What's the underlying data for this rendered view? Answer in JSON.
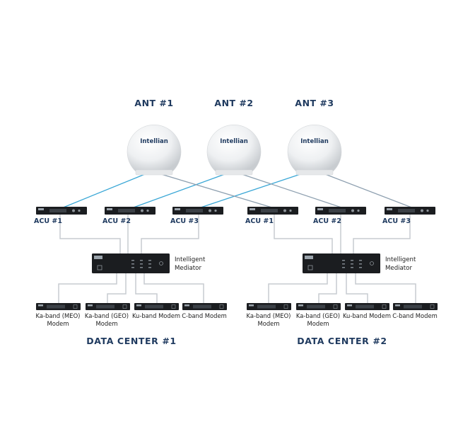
{
  "antennas": [
    {
      "title": "ANT #1",
      "brand": "Intellian"
    },
    {
      "title": "ANT #2",
      "brand": "Intellian"
    },
    {
      "title": "ANT #3",
      "brand": "Intellian"
    }
  ],
  "data_centers": [
    {
      "title": "DATA CENTER #1",
      "acus": [
        "ACU #1",
        "ACU #2",
        "ACU #3"
      ],
      "mediator": {
        "line1": "Intelligent",
        "line2": "Mediator"
      },
      "modems": [
        {
          "line1": "Ka-band (MEO)",
          "line2": "Modem"
        },
        {
          "line1": "Ka-band (GEO)",
          "line2": "Modem"
        },
        {
          "line1": "Ku-band Modem",
          "line2": ""
        },
        {
          "line1": "C-band Modem",
          "line2": ""
        }
      ]
    },
    {
      "title": "DATA CENTER #2",
      "acus": [
        "ACU #1",
        "ACU #2",
        "ACU #3"
      ],
      "mediator": {
        "line1": "Intelligent",
        "line2": "Mediator"
      },
      "modems": [
        {
          "line1": "Ka-band (MEO)",
          "line2": "Modem"
        },
        {
          "line1": "Ka-band (GEO)",
          "line2": "Modem"
        },
        {
          "line1": "Ku-band Modem",
          "line2": ""
        },
        {
          "line1": "C-band Modem",
          "line2": ""
        }
      ]
    }
  ],
  "colors": {
    "title": "#1f3a5f",
    "link_dc1": "#3aa7d6",
    "link_dc2": "#8ea0b0",
    "internal": "#c7ccd1",
    "device": "#1b1d20"
  }
}
